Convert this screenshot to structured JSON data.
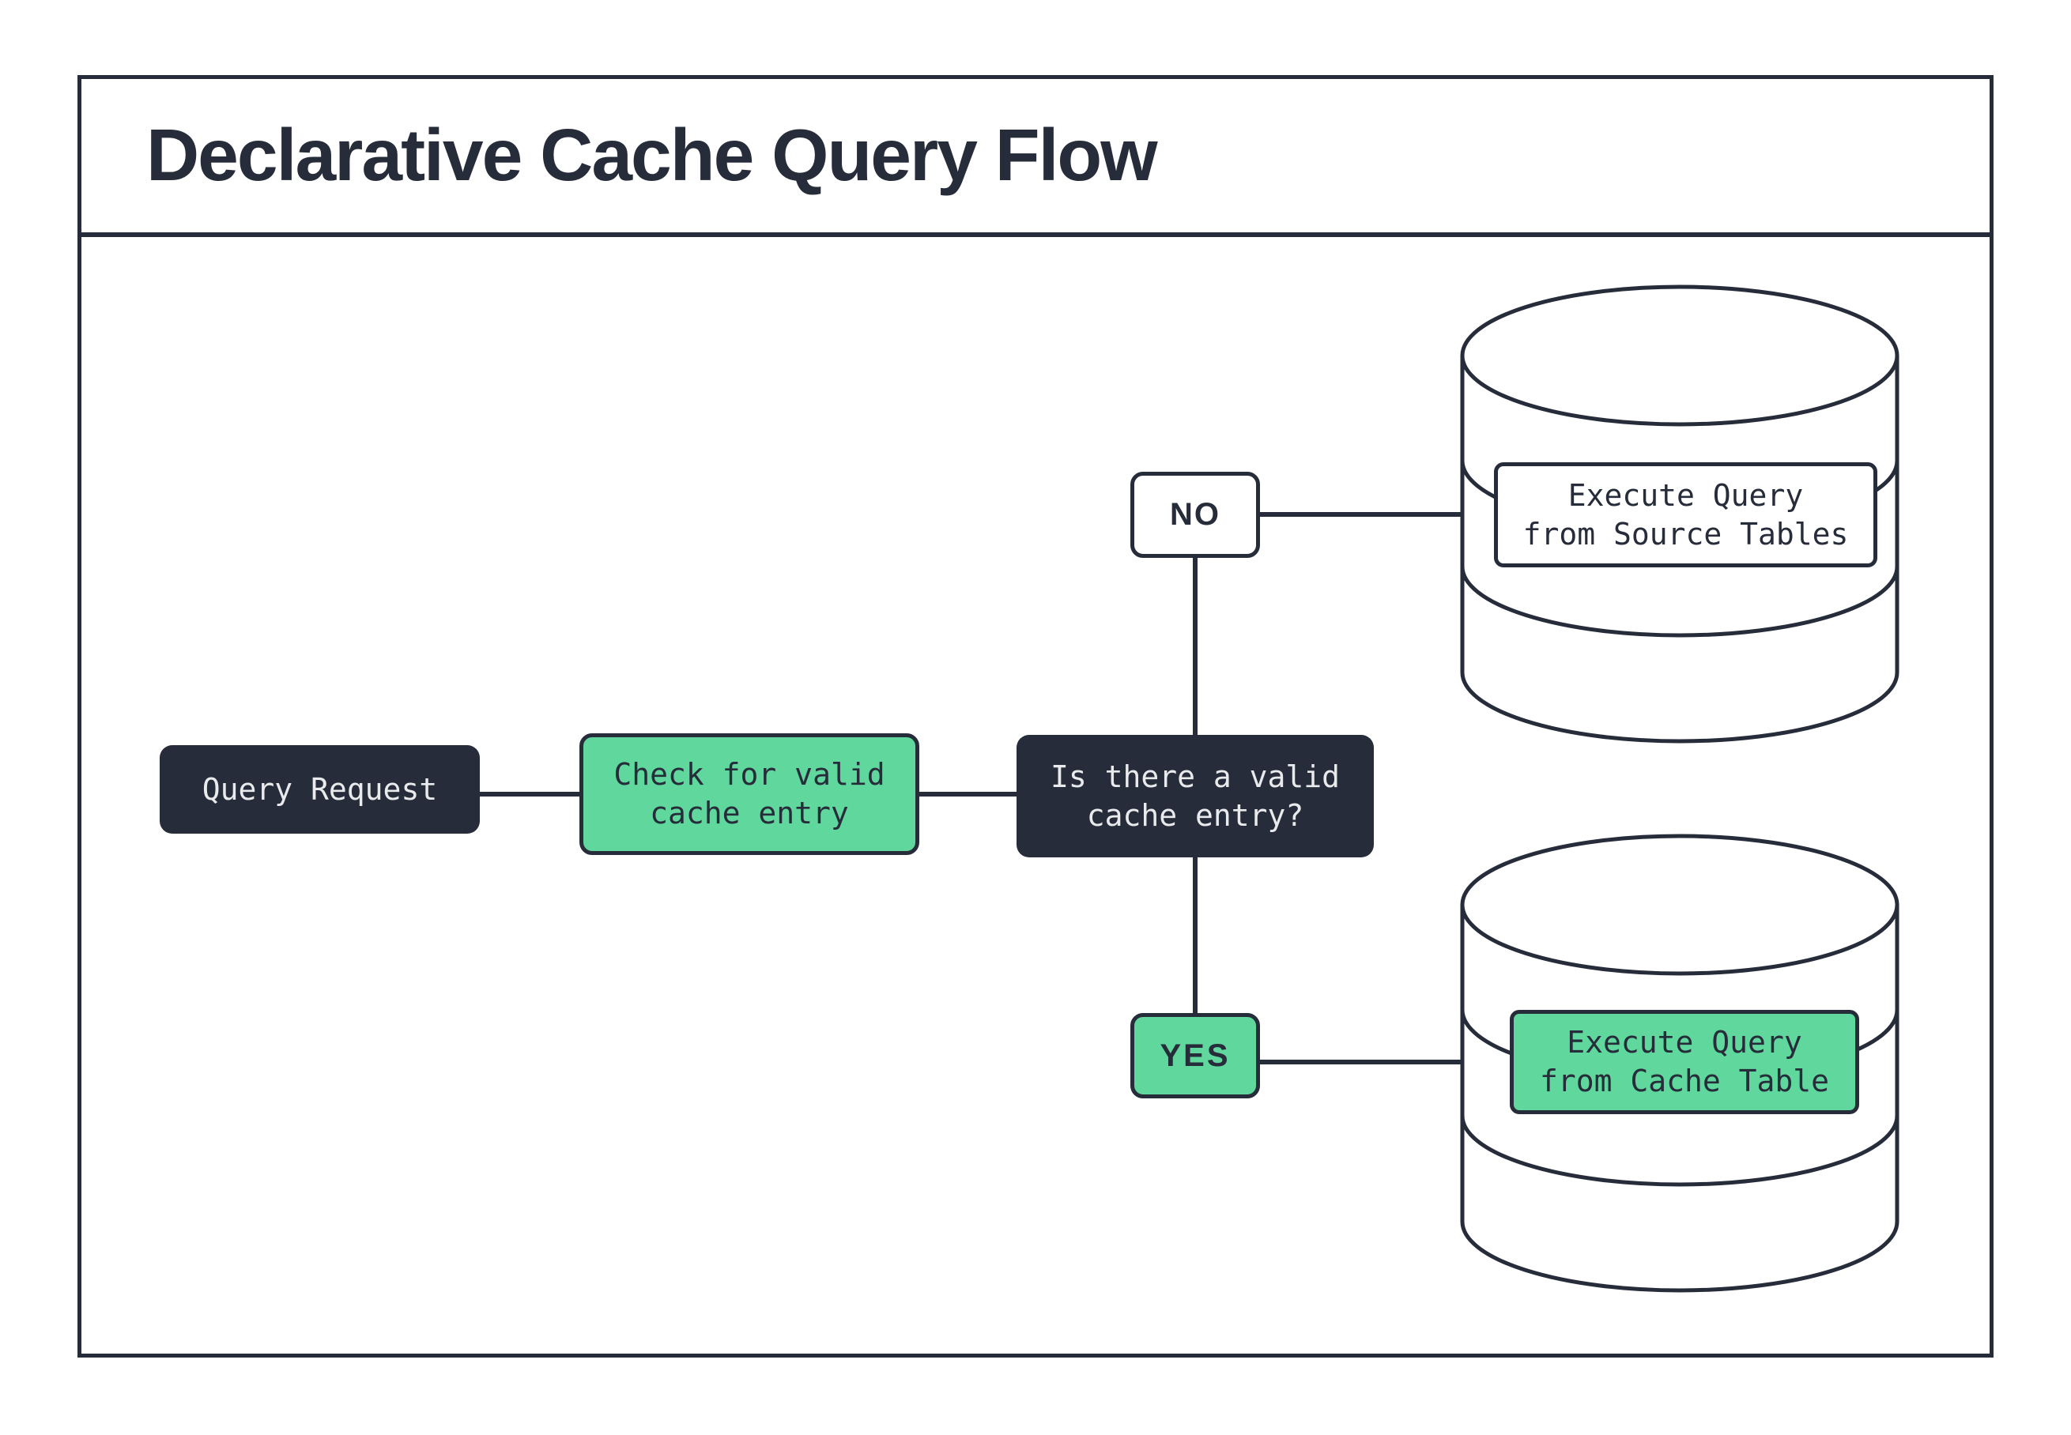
{
  "header": {
    "title": "Declarative Cache Query Flow"
  },
  "flow": {
    "query_request": {
      "label": "Query Request"
    },
    "check_cache": {
      "label": "Check for valid\ncache entry"
    },
    "decision": {
      "label": "Is there a valid\ncache entry?"
    },
    "branch_no": {
      "label": "NO"
    },
    "branch_yes": {
      "label": "YES"
    },
    "source_db": {
      "label": "Execute Query\nfrom Source Tables"
    },
    "cache_db": {
      "label": "Execute Query\nfrom Cache Table"
    }
  },
  "colors": {
    "ink": "#272c3a",
    "green": "#5fd79d",
    "light_text": "#e9eaec",
    "background": "#ffffff"
  }
}
